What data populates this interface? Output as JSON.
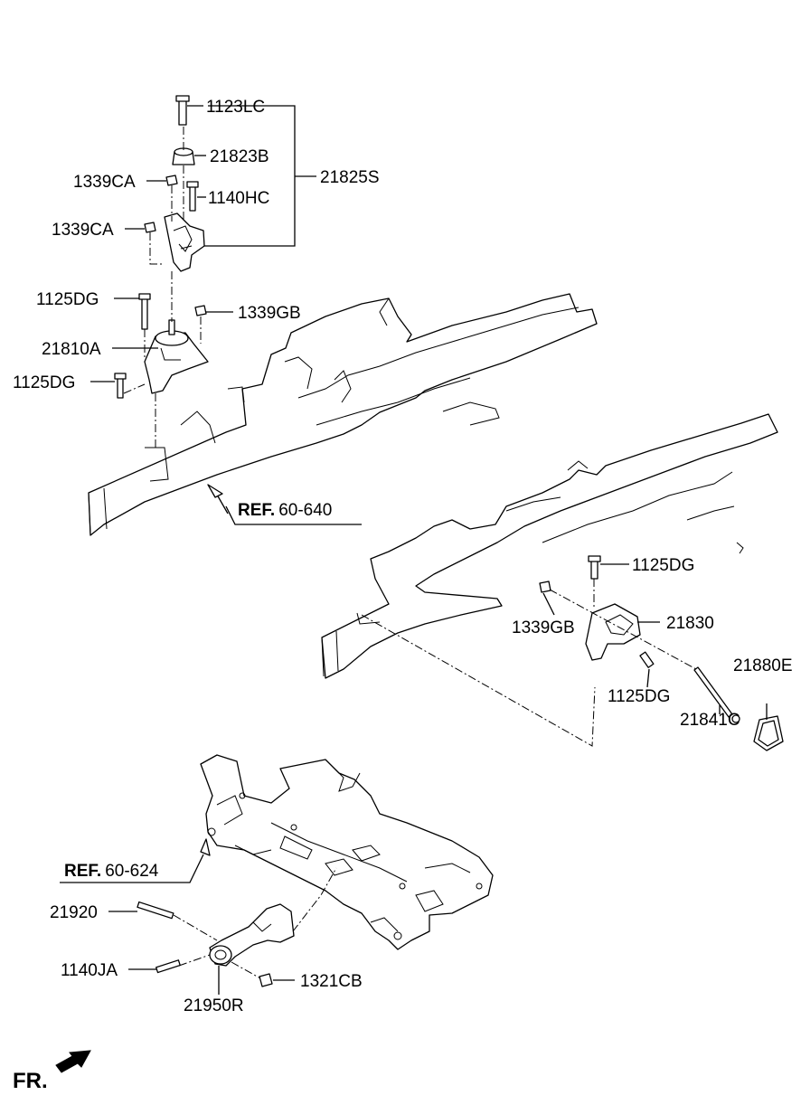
{
  "labels": {
    "l_1123LC": "1123LC",
    "l_21823B": "21823B",
    "l_21825S": "21825S",
    "l_1339CA_a": "1339CA",
    "l_1140HC": "1140HC",
    "l_1339CA_b": "1339CA",
    "l_1125DG_a": "1125DG",
    "l_1339GB_a": "1339GB",
    "l_21810A": "21810A",
    "l_1125DG_b": "1125DG",
    "l_1125DG_c": "1125DG",
    "l_1339GB_b": "1339GB",
    "l_21830": "21830",
    "l_21880E": "21880E",
    "l_1125DG_d": "1125DG",
    "l_21841C": "21841C",
    "l_21920": "21920",
    "l_1140JA": "1140JA",
    "l_1321CB": "1321CB",
    "l_21950R": "21950R"
  },
  "references": {
    "ref1_prefix": "REF.",
    "ref1_code": "60-640",
    "ref2_prefix": "REF.",
    "ref2_code": "60-624"
  },
  "direction": {
    "text": "FR.",
    "arrow_icon": "front-direction-arrow-icon"
  }
}
